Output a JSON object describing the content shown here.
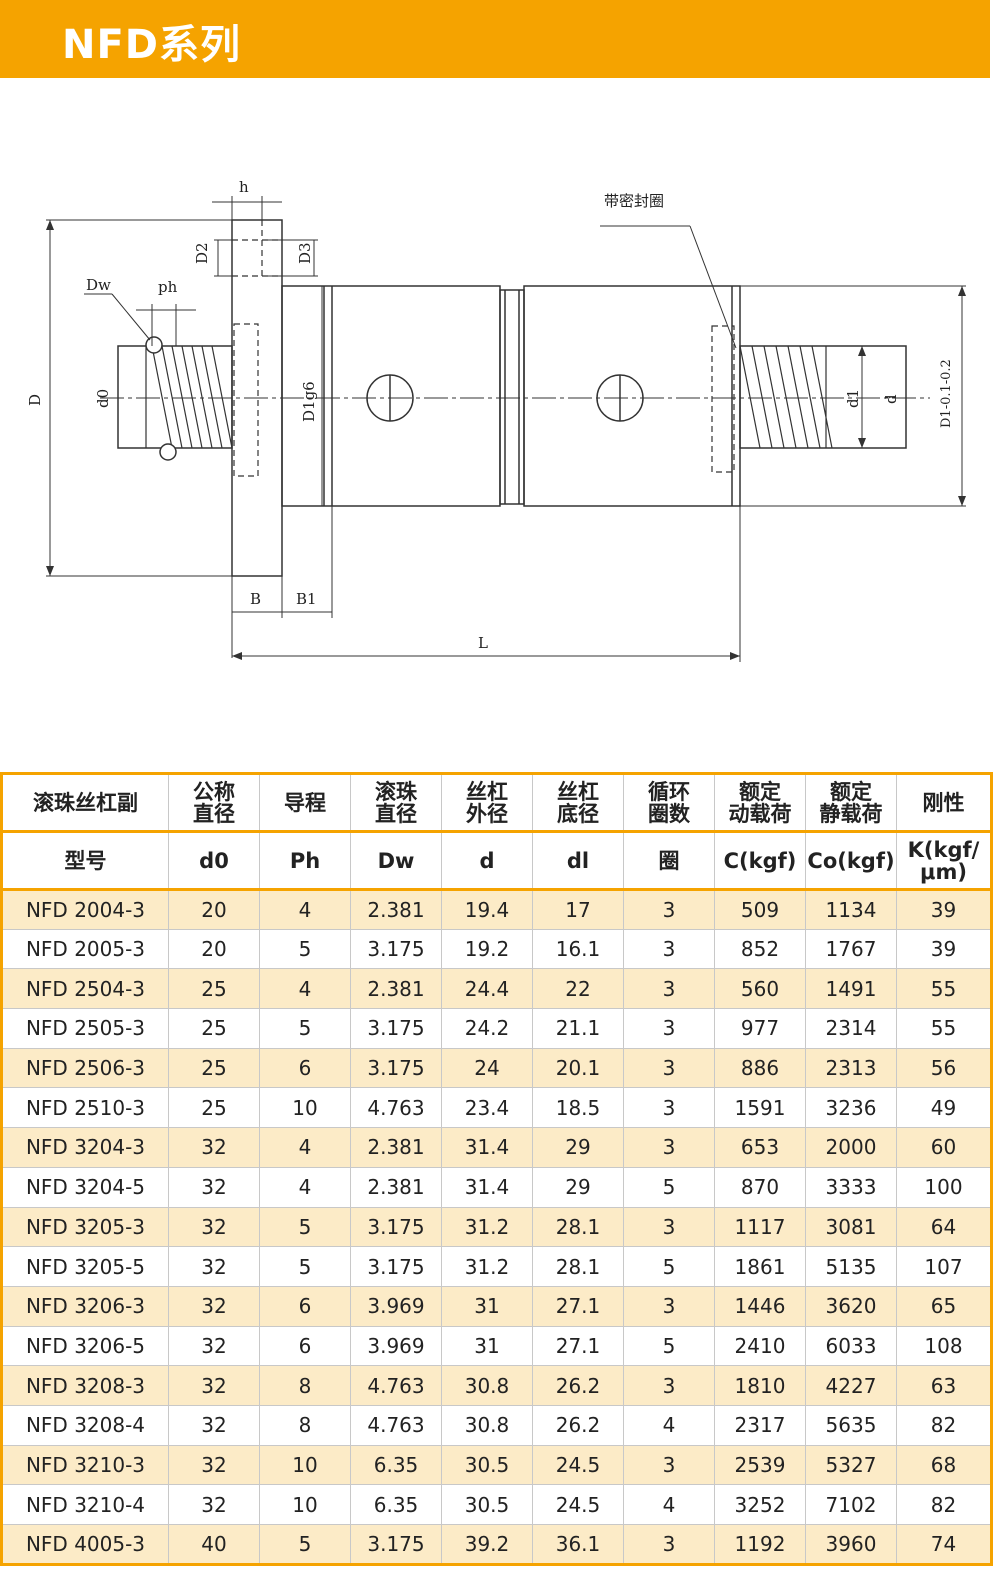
{
  "header": {
    "title": "NFD系列"
  },
  "drawing": {
    "labels": {
      "h": "h",
      "D2": "D2",
      "D3": "D3",
      "Dw": "Dw",
      "ph": "ph",
      "D": "D",
      "d0": "d0",
      "D1g6": "D1g6",
      "d1": "d1",
      "d": "d",
      "D1tol": "D1-0.1-0.2",
      "seal": "带密封圈",
      "B": "B",
      "B1": "B1",
      "L": "L"
    }
  },
  "table": {
    "header_row1": [
      "滚珠丝杠副",
      "公称\n直径",
      "导程",
      "滚珠\n直径",
      "丝杠\n外径",
      "丝杠\n底径",
      "循环\n圈数",
      "额定\n动载荷",
      "额定\n静载荷",
      "刚性"
    ],
    "header_row2": [
      "型号",
      "d0",
      "Ph",
      "Dw",
      "d",
      "dl",
      "圈",
      "C(kgf)",
      "Co(kgf)",
      "K(kgf/\nμm)"
    ],
    "rows": [
      [
        "NFD 2004-3",
        "20",
        "4",
        "2.381",
        "19.4",
        "17",
        "3",
        "509",
        "1134",
        "39"
      ],
      [
        "NFD 2005-3",
        "20",
        "5",
        "3.175",
        "19.2",
        "16.1",
        "3",
        "852",
        "1767",
        "39"
      ],
      [
        "NFD 2504-3",
        "25",
        "4",
        "2.381",
        "24.4",
        "22",
        "3",
        "560",
        "1491",
        "55"
      ],
      [
        "NFD 2505-3",
        "25",
        "5",
        "3.175",
        "24.2",
        "21.1",
        "3",
        "977",
        "2314",
        "55"
      ],
      [
        "NFD 2506-3",
        "25",
        "6",
        "3.175",
        "24",
        "20.1",
        "3",
        "886",
        "2313",
        "56"
      ],
      [
        "NFD 2510-3",
        "25",
        "10",
        "4.763",
        "23.4",
        "18.5",
        "3",
        "1591",
        "3236",
        "49"
      ],
      [
        "NFD 3204-3",
        "32",
        "4",
        "2.381",
        "31.4",
        "29",
        "3",
        "653",
        "2000",
        "60"
      ],
      [
        "NFD 3204-5",
        "32",
        "4",
        "2.381",
        "31.4",
        "29",
        "5",
        "870",
        "3333",
        "100"
      ],
      [
        "NFD 3205-3",
        "32",
        "5",
        "3.175",
        "31.2",
        "28.1",
        "3",
        "1117",
        "3081",
        "64"
      ],
      [
        "NFD 3205-5",
        "32",
        "5",
        "3.175",
        "31.2",
        "28.1",
        "5",
        "1861",
        "5135",
        "107"
      ],
      [
        "NFD 3206-3",
        "32",
        "6",
        "3.969",
        "31",
        "27.1",
        "3",
        "1446",
        "3620",
        "65"
      ],
      [
        "NFD 3206-5",
        "32",
        "6",
        "3.969",
        "31",
        "27.1",
        "5",
        "2410",
        "6033",
        "108"
      ],
      [
        "NFD 3208-3",
        "32",
        "8",
        "4.763",
        "30.8",
        "26.2",
        "3",
        "1810",
        "4227",
        "63"
      ],
      [
        "NFD 3208-4",
        "32",
        "8",
        "4.763",
        "30.8",
        "26.2",
        "4",
        "2317",
        "5635",
        "82"
      ],
      [
        "NFD 3210-3",
        "32",
        "10",
        "6.35",
        "30.5",
        "24.5",
        "3",
        "2539",
        "5327",
        "68"
      ],
      [
        "NFD 3210-4",
        "32",
        "10",
        "6.35",
        "30.5",
        "24.5",
        "4",
        "3252",
        "7102",
        "82"
      ],
      [
        "NFD 4005-3",
        "40",
        "5",
        "3.175",
        "39.2",
        "36.1",
        "3",
        "1192",
        "3960",
        "74"
      ]
    ]
  },
  "colors": {
    "accent": "#f5a300",
    "row_alt": "#fcebc7"
  }
}
